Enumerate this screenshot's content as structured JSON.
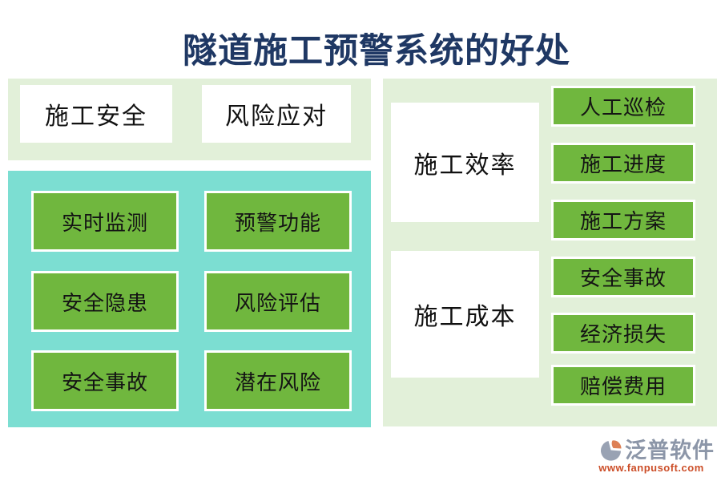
{
  "title": "隧道施工预警系统的好处",
  "colors": {
    "title_navy": "#1F3864",
    "panel_light_green": "#E2F0D9",
    "panel_teal": "#7CDED2",
    "box_green": "#70B73E",
    "brand_gray": "#8C96A8",
    "brand_orange": "#CC4E28"
  },
  "left": {
    "categories": [
      "施工安全",
      "风险应对"
    ],
    "items": [
      [
        "实时监测",
        "预警功能"
      ],
      [
        "安全隐患",
        "风险评估"
      ],
      [
        "安全事故",
        "潜在风险"
      ]
    ]
  },
  "right": {
    "groups": [
      {
        "category": "施工效率",
        "items": [
          "人工巡检",
          "施工进度",
          "施工方案"
        ]
      },
      {
        "category": "施工成本",
        "items": [
          "安全事故",
          "经济损失",
          "赔偿费用"
        ]
      }
    ]
  },
  "footer": {
    "brand": "泛普软件",
    "url": "www.fanpusoft.com"
  }
}
